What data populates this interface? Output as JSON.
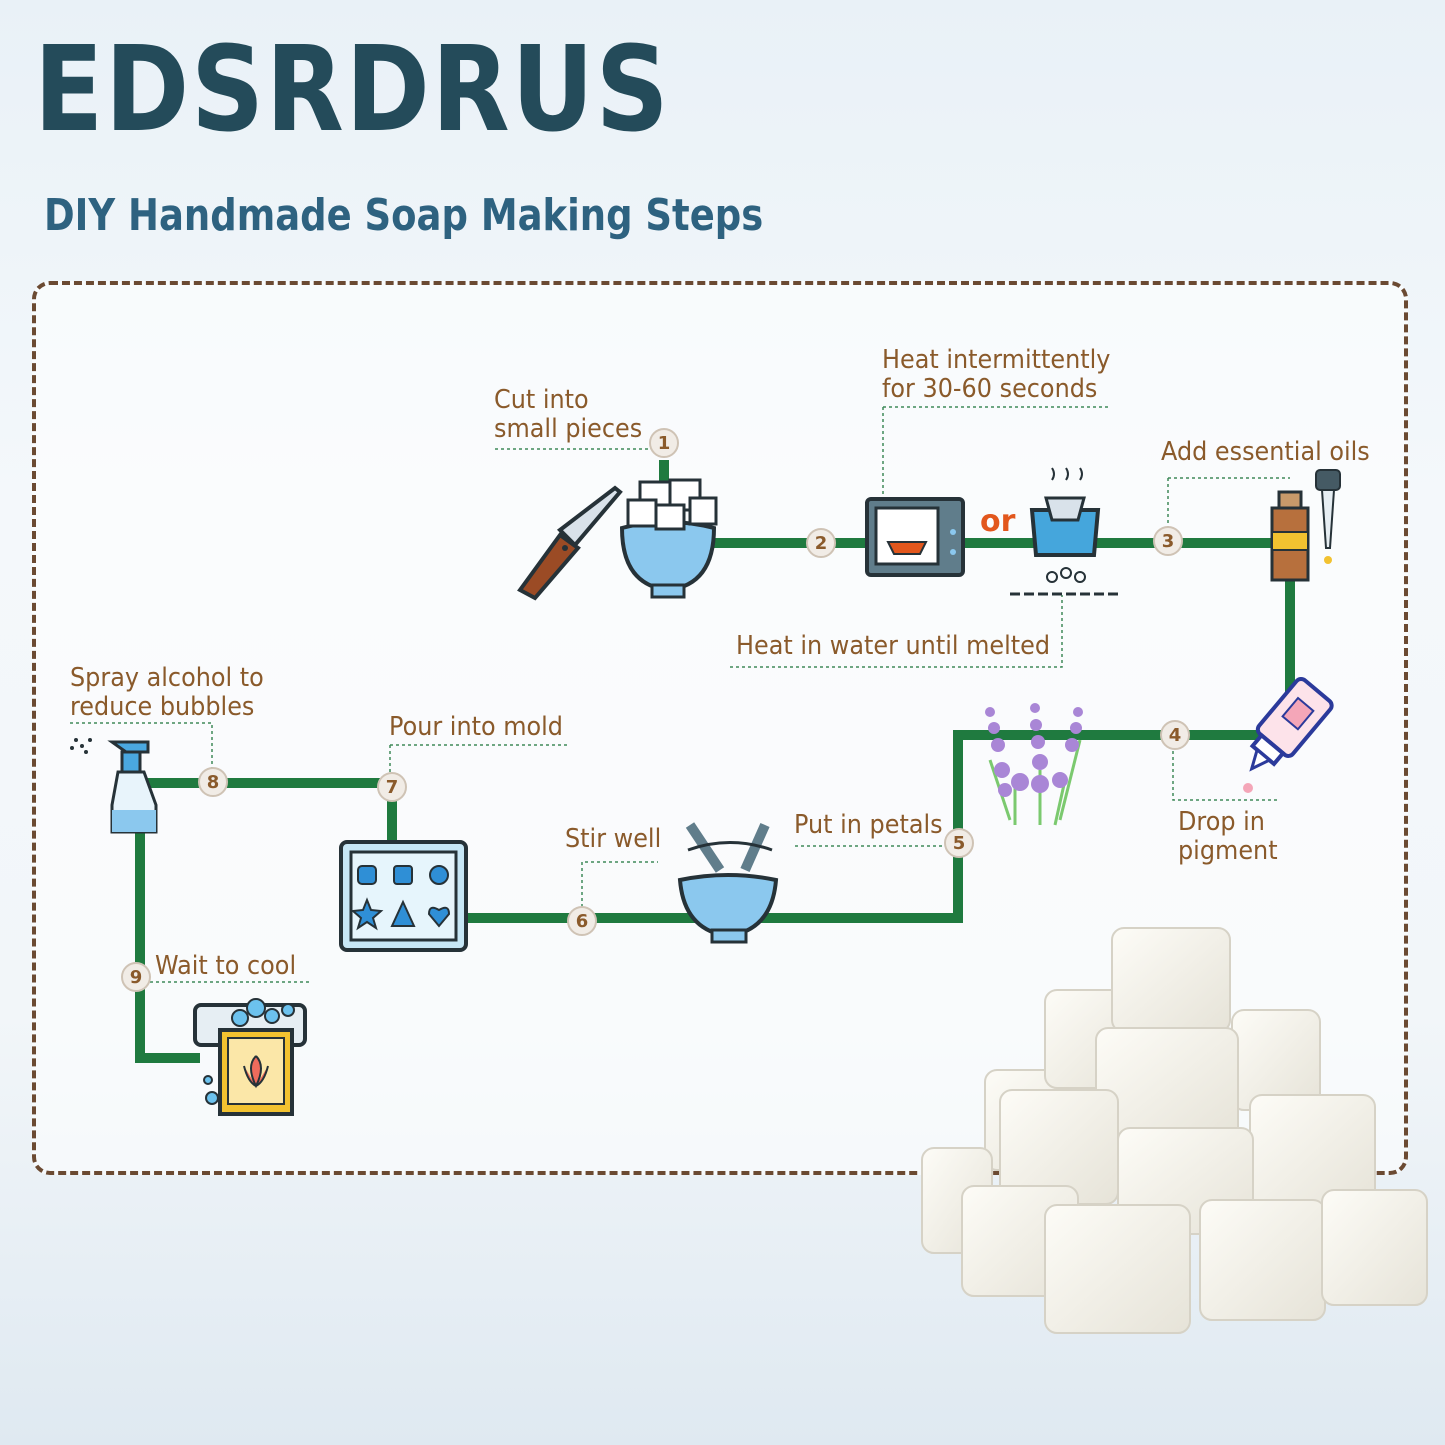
{
  "brand": "EDSRDRUS",
  "subtitle": "DIY Handmade Soap Making Steps",
  "or_text": "or",
  "steps": [
    {
      "number": "1",
      "label_lines": [
        "Cut into",
        "small pieces"
      ]
    },
    {
      "number": "2",
      "label_lines": [
        "Heat intermittently",
        "for 30-60 seconds"
      ],
      "alt_label": "Heat in water until melted"
    },
    {
      "number": "3",
      "label_lines": [
        "Add essential oils"
      ]
    },
    {
      "number": "4",
      "label_lines": [
        "Drop in",
        "pigment"
      ]
    },
    {
      "number": "5",
      "label_lines": [
        "Put in petals"
      ]
    },
    {
      "number": "6",
      "label_lines": [
        "Stir well"
      ]
    },
    {
      "number": "7",
      "label_lines": [
        "Pour into mold"
      ]
    },
    {
      "number": "8",
      "label_lines": [
        "Spray alcohol to",
        "reduce bubbles"
      ]
    },
    {
      "number": "9",
      "label_lines": [
        "Wait to cool"
      ]
    }
  ],
  "icons": [
    "knife-icon",
    "soap-cubes-bowl-icon",
    "microwave-icon",
    "water-bath-stove-icon",
    "essential-oil-bottle-icon",
    "dropper-icon",
    "pigment-bottle-icon",
    "lavender-icon",
    "stir-bowl-icon",
    "soap-mold-icon",
    "spray-bottle-icon",
    "soap-bar-icon",
    "soap-cubes-image"
  ],
  "colors": {
    "brand": "#244b5a",
    "subtitle": "#2e6280",
    "flow_line": "#1f7a3f",
    "label_text": "#8a5a2b",
    "border": "#6b4a32",
    "or_text": "#e2571d"
  }
}
